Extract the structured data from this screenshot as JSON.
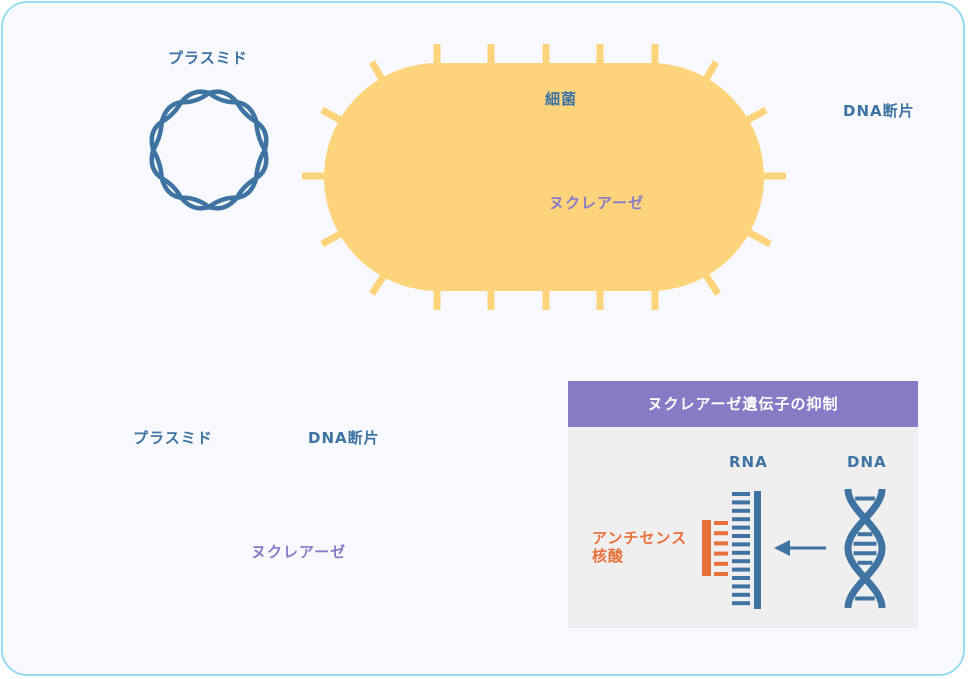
{
  "top_panel": {
    "plasmid_label": "プラスミド",
    "bacterium_label": "細菌",
    "nuclease_label": "ヌクレアーゼ",
    "dna_fragment_label": "DNA断片"
  },
  "bottom_panel": {
    "plasmid_label": "プラスミド",
    "dna_fragment_label": "DNA断片",
    "nuclease_label": "ヌクレアーゼ"
  },
  "suppression_box": {
    "title": "ヌクレアーゼ遺伝子の抑制",
    "rna_label": "RNA",
    "dna_label": "DNA",
    "antisense_label_line1": "アンチセンス",
    "antisense_label_line2": "核酸"
  },
  "colors": {
    "bacterium": "#fdd47c",
    "dna_blue": "#3f73a1",
    "nuclease_purple": "#877bc6",
    "arrow_orange": "#e8703a",
    "frame_border": "#96dcec"
  }
}
